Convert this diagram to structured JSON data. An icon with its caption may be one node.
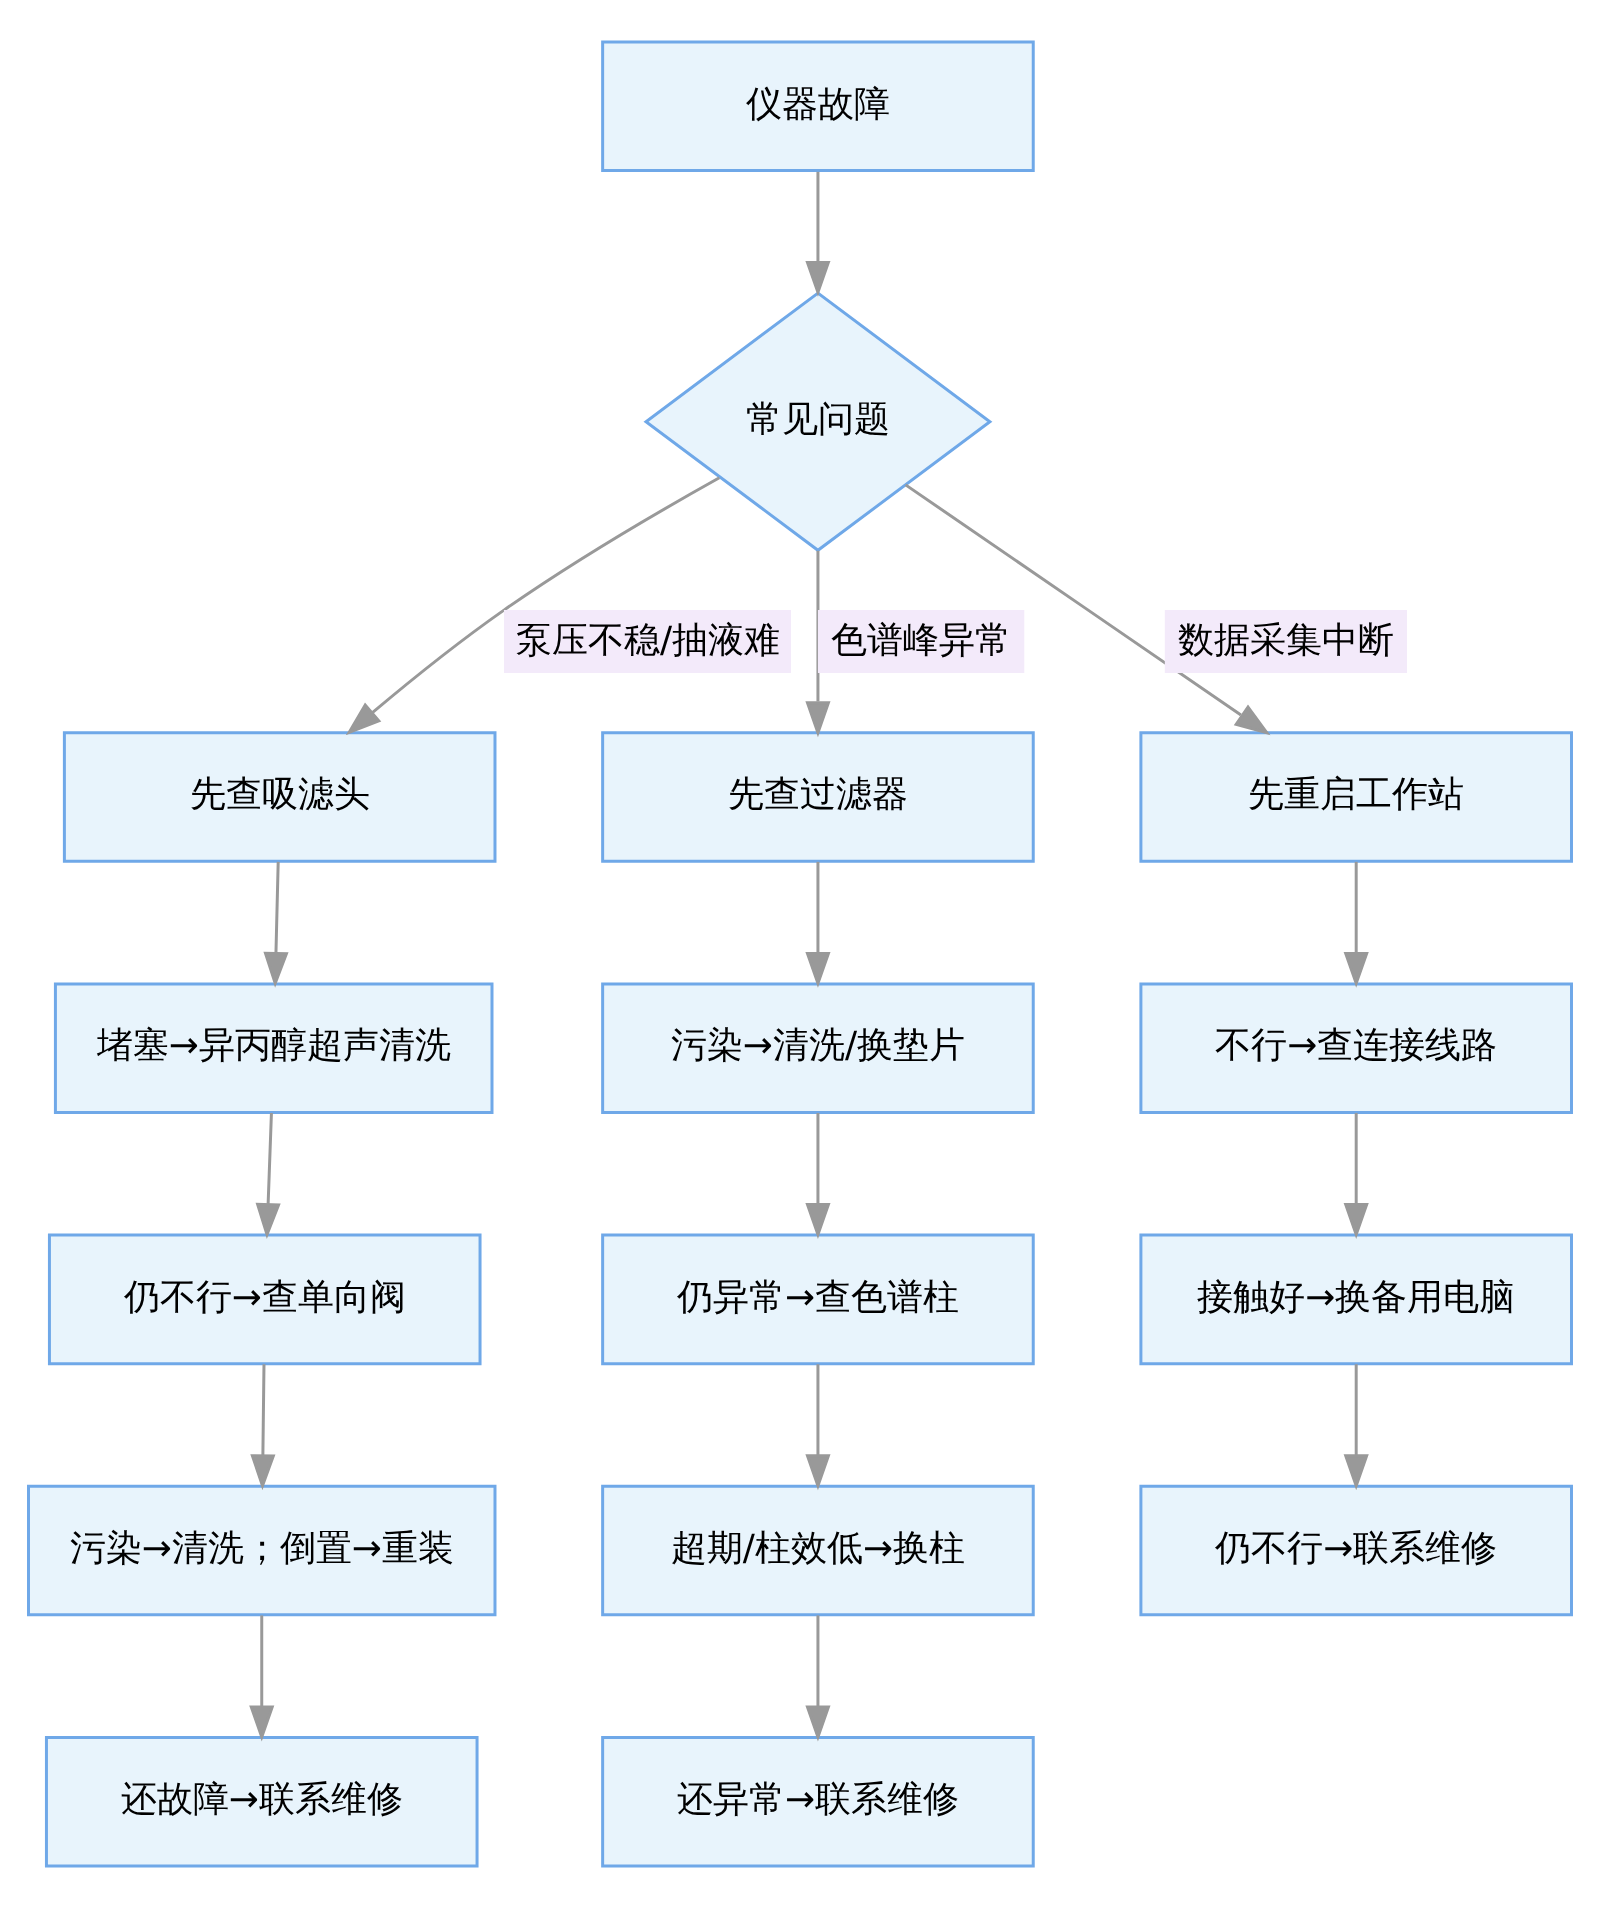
{
  "diagram": {
    "nodes": [
      {
        "text": [
          "仪器故障"
        ]
      },
      {
        "text": [
          "常见问题"
        ]
      },
      {
        "text": [
          "先查吸滤头"
        ]
      },
      {
        "text": [
          "堵塞→异丙醇超声清洗"
        ]
      },
      {
        "text": [
          "仍不行→查单向阀"
        ]
      },
      {
        "text": [
          "污染→清洗；倒置→重装"
        ]
      },
      {
        "text": [
          "还故障→联系维修"
        ]
      },
      {
        "text": [
          "先查过滤器"
        ]
      },
      {
        "text": [
          "污染→清洗/换垫片"
        ]
      },
      {
        "text": [
          "仍异常→查色谱柱"
        ]
      },
      {
        "text": [
          "超期/柱效低→换柱"
        ]
      },
      {
        "text": [
          "还异常→联系维修"
        ]
      },
      {
        "text": [
          "先重启工作站"
        ]
      },
      {
        "text": [
          "不行→查连接线路"
        ]
      },
      {
        "text": [
          "接触好→换备用电脑"
        ]
      },
      {
        "text": [
          "仍不行→联系维修"
        ]
      }
    ],
    "edges": [
      {
        "from": 0,
        "to": 1,
        "arrow": "to"
      },
      {
        "from": 1,
        "to": 2,
        "arrow": "to",
        "label": "泵压不稳/抽液难"
      },
      {
        "from": 1,
        "to": 7,
        "arrow": "to",
        "label": "色谱峰异常"
      },
      {
        "from": 1,
        "to": 12,
        "arrow": "to",
        "label": "数据采集中断"
      },
      {
        "from": 2,
        "to": 3,
        "arrow": "to"
      },
      {
        "from": 3,
        "to": 4,
        "arrow": "to"
      },
      {
        "from": 4,
        "to": 5,
        "arrow": "to"
      },
      {
        "from": 5,
        "to": 6,
        "arrow": "to"
      },
      {
        "from": 7,
        "to": 8,
        "arrow": "to"
      },
      {
        "from": 8,
        "to": 9,
        "arrow": "to"
      },
      {
        "from": 9,
        "to": 10,
        "arrow": "to"
      },
      {
        "from": 10,
        "to": 11,
        "arrow": "to"
      },
      {
        "from": 12,
        "to": 13,
        "arrow": "to"
      },
      {
        "from": 13,
        "to": 14,
        "arrow": "to"
      },
      {
        "from": 14,
        "to": 15,
        "arrow": "to"
      }
    ]
  }
}
